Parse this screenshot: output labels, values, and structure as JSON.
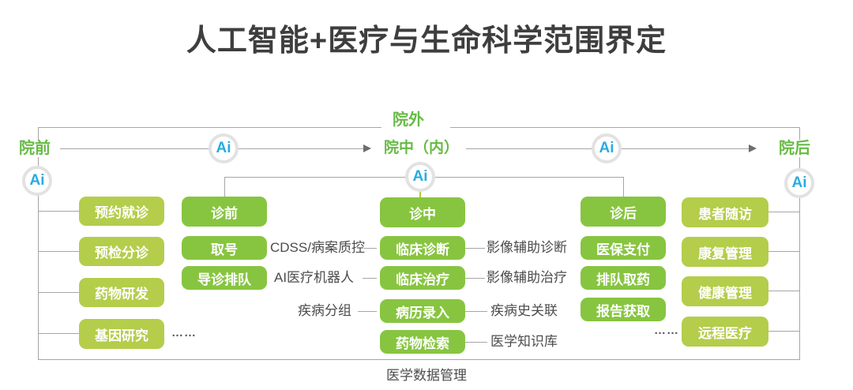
{
  "title": "人工智能+医疗与生命科学范围界定",
  "stages": {
    "outside": "院外",
    "pre": "院前",
    "mid": "院中（内）",
    "post": "院后"
  },
  "ai_badge": "Ai",
  "pre_hospital": {
    "items": [
      "预约就诊",
      "预检分诊",
      "药物研发",
      "基因研究"
    ],
    "ellipsis": "……"
  },
  "pre_clinic": {
    "header": "诊前",
    "boxes": [
      "取号",
      "导诊排队"
    ],
    "notes": [
      "CDSS/病案质控",
      "AI医疗机器人"
    ]
  },
  "in_clinic": {
    "header": "诊中",
    "boxes": [
      "临床诊断",
      "临床治疗",
      "病历录入",
      "药物检索"
    ],
    "left_note": "疾病分组",
    "right_notes": [
      "影像辅助诊断",
      "影像辅助治疗",
      "疾病史关联",
      "医学知识库"
    ]
  },
  "post_clinic": {
    "header": "诊后",
    "boxes": [
      "医保支付",
      "排队取药",
      "报告获取"
    ],
    "ellipsis": "……"
  },
  "post_hospital": {
    "items": [
      "患者随访",
      "康复管理",
      "健康管理",
      "远程医疗"
    ]
  },
  "footer": "医学数据管理",
  "colors": {
    "green_box": "#87c540",
    "lime_box": "#b4cd4b",
    "stage_text": "#66bb44",
    "ai_blue": "#29abe2",
    "line_gray": "#a6a6a6"
  }
}
